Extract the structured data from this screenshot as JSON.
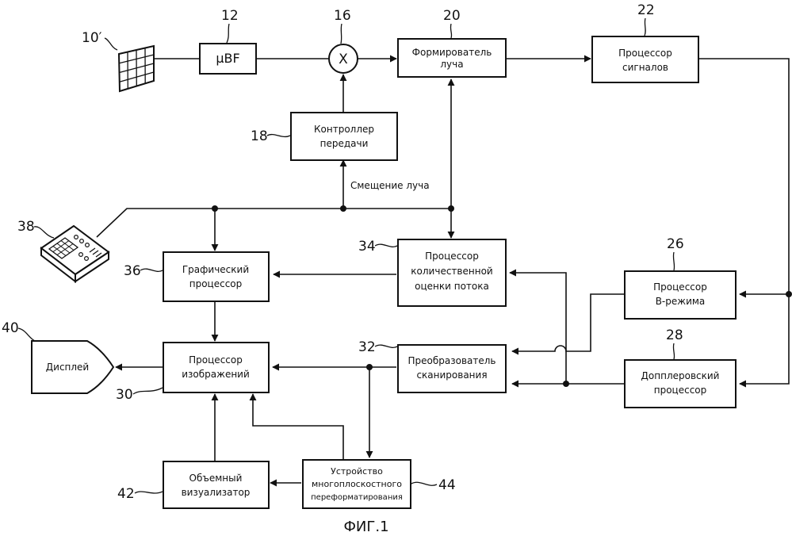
{
  "blocks": {
    "mbf": "μBF",
    "beamformer": [
      "Формирователь",
      "луча"
    ],
    "signal_processor": [
      "Процессор",
      "сигналов"
    ],
    "tx_controller": [
      "Контроллер",
      "передачи"
    ],
    "flow_processor": [
      "Процессор",
      "количественной",
      "оценки потока"
    ],
    "graphics_processor": [
      "Графический",
      "процессор"
    ],
    "bmode_processor": [
      "Процессор",
      "B-режима"
    ],
    "scan_converter": [
      "Преобразователь",
      "сканирования"
    ],
    "image_processor": [
      "Процессор",
      "изображений"
    ],
    "doppler_processor": [
      "Допплеровский",
      "процессор"
    ],
    "display": "Дисплей",
    "volume_renderer": [
      "Объемный",
      "визуализатор"
    ],
    "mpr": [
      "Устройство",
      "многоплоскостного",
      "переформатирования"
    ],
    "multiplier": "X"
  },
  "labels": {
    "beam_steering": "Смещение луча",
    "figure": "ФИГ.1"
  },
  "refs": {
    "probe": "10′",
    "mbf": "12",
    "multiplier": "16",
    "tx_controller": "18",
    "beamformer": "20",
    "signal_processor": "22",
    "bmode_processor": "26",
    "doppler_processor": "28",
    "image_processor": "30",
    "scan_converter": "32",
    "flow_processor": "34",
    "graphics_processor": "36",
    "user_interface": "38",
    "display": "40",
    "volume_renderer": "42",
    "mpr": "44"
  }
}
